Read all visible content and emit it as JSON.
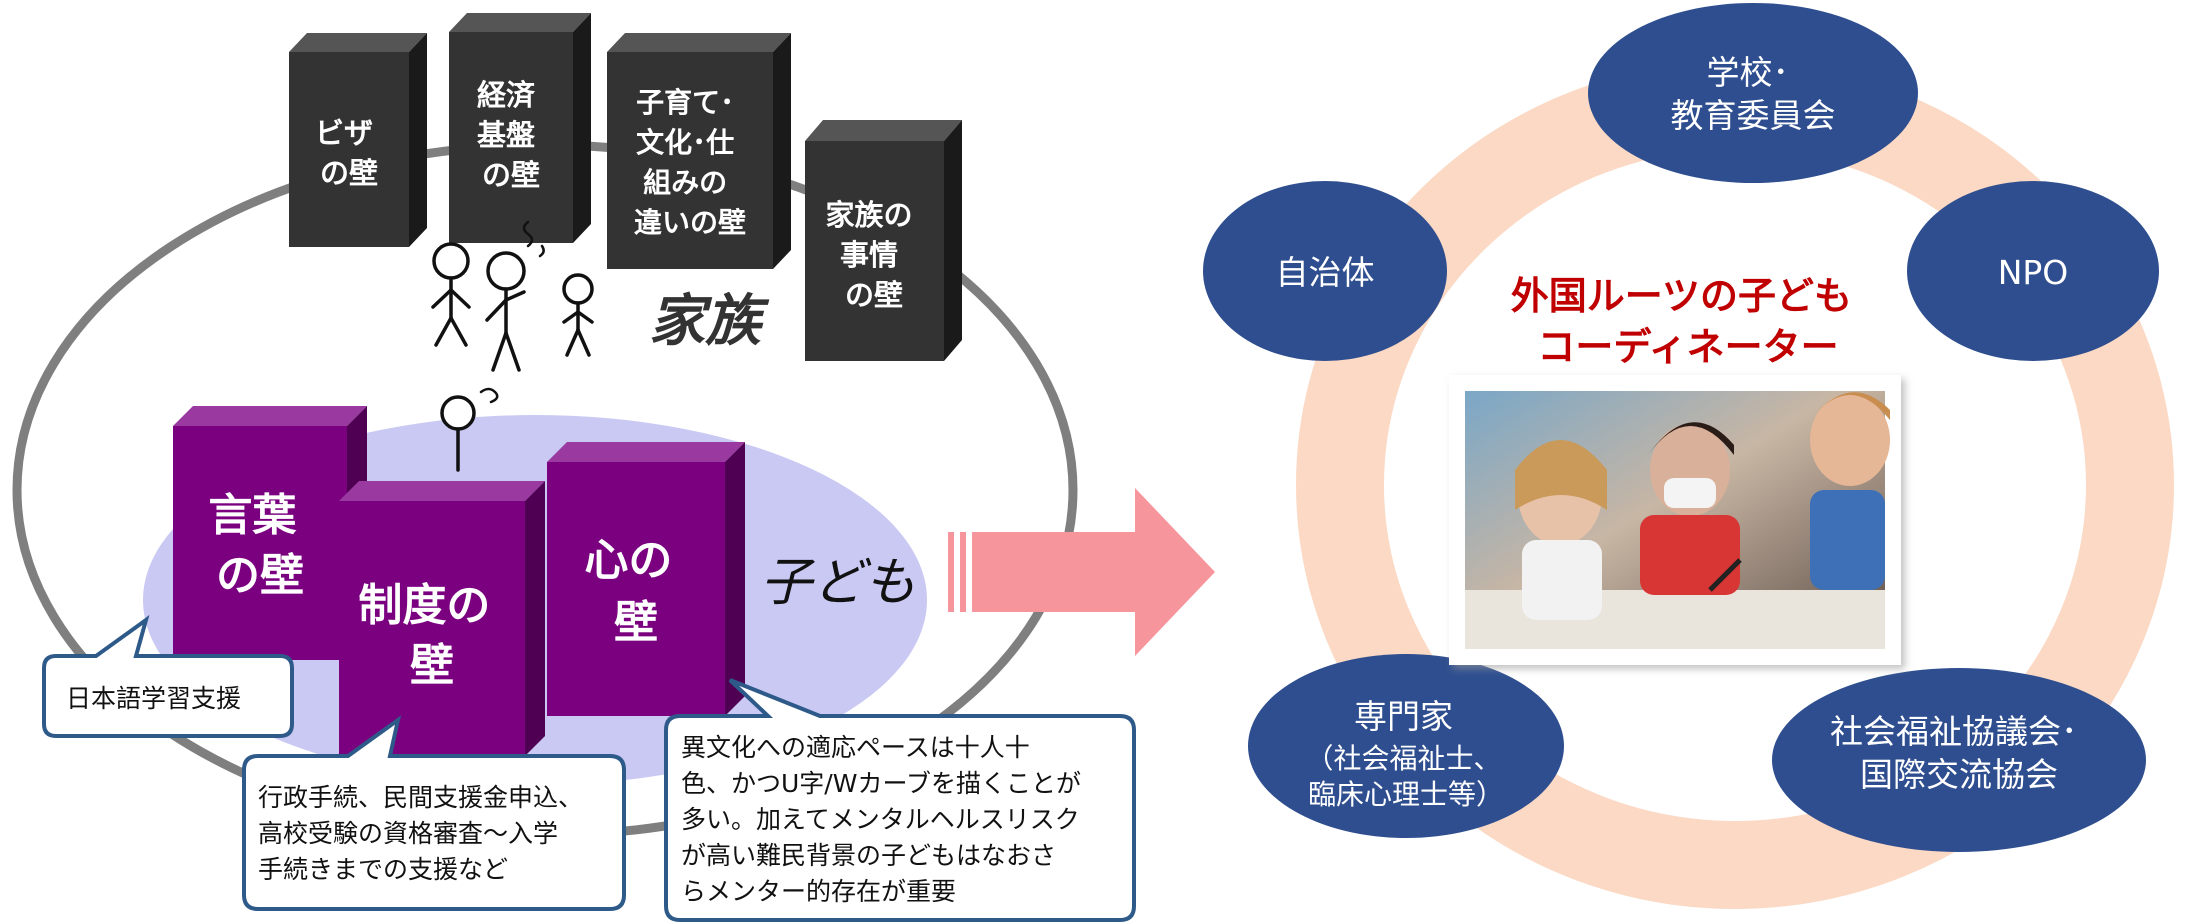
{
  "walls_family": [
    {
      "id": "visa",
      "lines": [
        "ビザ",
        "の壁"
      ]
    },
    {
      "id": "economy",
      "lines": [
        "経済",
        "基盤",
        "の壁"
      ]
    },
    {
      "id": "culture",
      "lines": [
        "子育て･",
        "文化･仕",
        "組みの",
        "違いの壁"
      ]
    },
    {
      "id": "family",
      "lines": [
        "家族の",
        "事情",
        "の壁"
      ]
    }
  ],
  "walls_child": [
    {
      "id": "language",
      "lines": [
        "言葉",
        "の壁"
      ]
    },
    {
      "id": "system",
      "lines": [
        "制度の",
        "壁"
      ]
    },
    {
      "id": "heart",
      "lines": [
        "心の",
        "壁"
      ]
    }
  ],
  "family_label": "家族",
  "child_label": "子ども",
  "callouts": [
    {
      "id": "japanese",
      "lines": [
        "日本語学習支援"
      ]
    },
    {
      "id": "procedures",
      "lines": [
        "行政手続、民間支援金申込、",
        "高校受験の資格審査～入学",
        "手続きまでの支援など"
      ]
    },
    {
      "id": "mental",
      "lines": [
        "異文化への適応ペースは十人十",
        "色、かつU字/Wカーブを描くことが",
        "多い。加えてメンタルヘルスリスク",
        "が高い難民背景の子どもはなおさ",
        "らメンター的存在が重要"
      ]
    }
  ],
  "coordinator_title": [
    "外国ルーツの子ども",
    "コーディネーター"
  ],
  "partners": [
    {
      "id": "school",
      "lines": [
        "学校･",
        "教育委員会"
      ]
    },
    {
      "id": "npo",
      "lines": [
        "NPO"
      ]
    },
    {
      "id": "welfare-council",
      "lines": [
        "社会福祉協議会･",
        "国際交流協会"
      ]
    },
    {
      "id": "experts",
      "lines": [
        "専門家",
        "（社会福祉士、",
        "臨床心理士等）"
      ]
    },
    {
      "id": "municipality",
      "lines": [
        "自治体"
      ]
    }
  ],
  "colors": {
    "dark_wall": "#333333",
    "purple_wall": "#7a0080",
    "partner_oval": "#2e4e8f",
    "ring": "#fbd9c4",
    "arrow": "#f6959b",
    "coordinator_text": "#c00000",
    "child_area": "#c9c9f4"
  }
}
